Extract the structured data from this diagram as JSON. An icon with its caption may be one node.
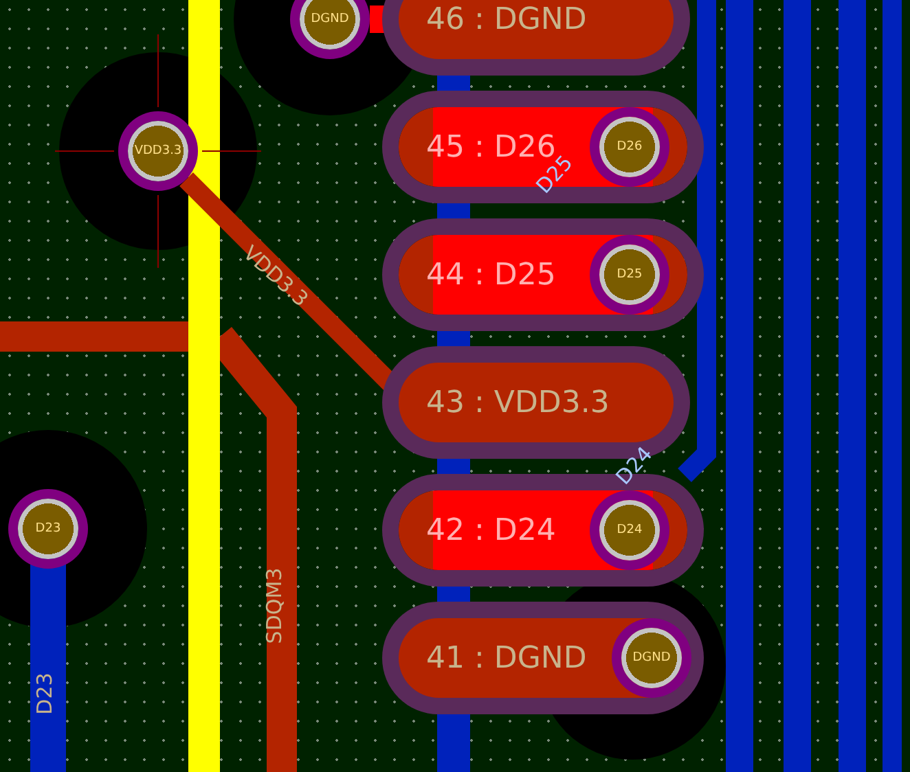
{
  "diagram": {
    "nodes": [
      {
        "text": [
          "DGND"
        ]
      },
      {
        "text": [
          "46 : DGND"
        ]
      },
      {
        "text": [
          "VDD3.3"
        ]
      },
      {
        "text": [
          "45 : D26"
        ]
      },
      {
        "text": [
          "D26"
        ],
        "in": 3
      },
      {
        "text": [
          "44 : D25"
        ]
      },
      {
        "text": [
          "D25"
        ],
        "in": 5
      },
      {
        "text": [
          "43 : VDD3.3"
        ]
      },
      {
        "text": [
          "D23"
        ]
      },
      {
        "text": [
          "42 : D24"
        ]
      },
      {
        "text": [
          "D24"
        ],
        "in": 9
      },
      {
        "text": [
          "41 : DGND"
        ]
      },
      {
        "text": [
          "DGND"
        ],
        "in": 11
      }
    ],
    "edges": [
      {
        "from": 0,
        "to": 1,
        "arrow": "none"
      },
      {
        "from": 2,
        "to": 7,
        "arrow": "none",
        "label": "VDD3.3"
      }
    ],
    "labels": [
      "D25",
      "D24",
      "SDQM3",
      "D23"
    ]
  }
}
